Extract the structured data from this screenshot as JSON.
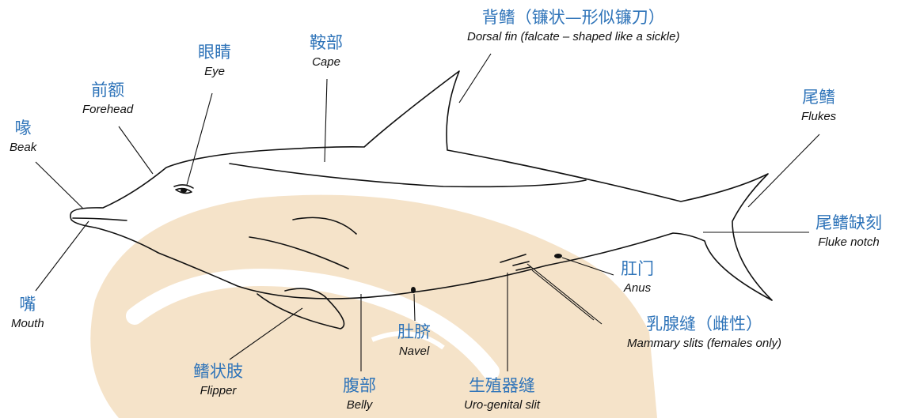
{
  "colors": {
    "label_zh": "#2f74b9",
    "label_en": "#111111",
    "outline": "#111111",
    "watermark": "#f5e3c9"
  },
  "labels": {
    "dorsal_fin": {
      "zh": "背鳍（镰状—形似镰刀）",
      "en": "Dorsal fin (falcate – shaped like a sickle)"
    },
    "cape": {
      "zh": "鞍部",
      "en": "Cape"
    },
    "eye": {
      "zh": "眼睛",
      "en": "Eye"
    },
    "forehead": {
      "zh": "前额",
      "en": "Forehead"
    },
    "beak": {
      "zh": "喙",
      "en": "Beak"
    },
    "flukes": {
      "zh": "尾鳍",
      "en": "Flukes"
    },
    "fluke_notch": {
      "zh": "尾鳍缺刻",
      "en": "Fluke notch"
    },
    "anus": {
      "zh": "肛门",
      "en": "Anus"
    },
    "mammary_slits": {
      "zh": "乳腺缝（雌性）",
      "en": "Mammary slits (females only)"
    },
    "mouth": {
      "zh": "嘴",
      "en": "Mouth"
    },
    "navel": {
      "zh": "肚脐",
      "en": "Navel"
    },
    "flipper": {
      "zh": "鳍状肢",
      "en": "Flipper"
    },
    "belly": {
      "zh": "腹部",
      "en": "Belly"
    },
    "uro_genital_slit": {
      "zh": "生殖器缝",
      "en": "Uro-genital slit"
    }
  }
}
